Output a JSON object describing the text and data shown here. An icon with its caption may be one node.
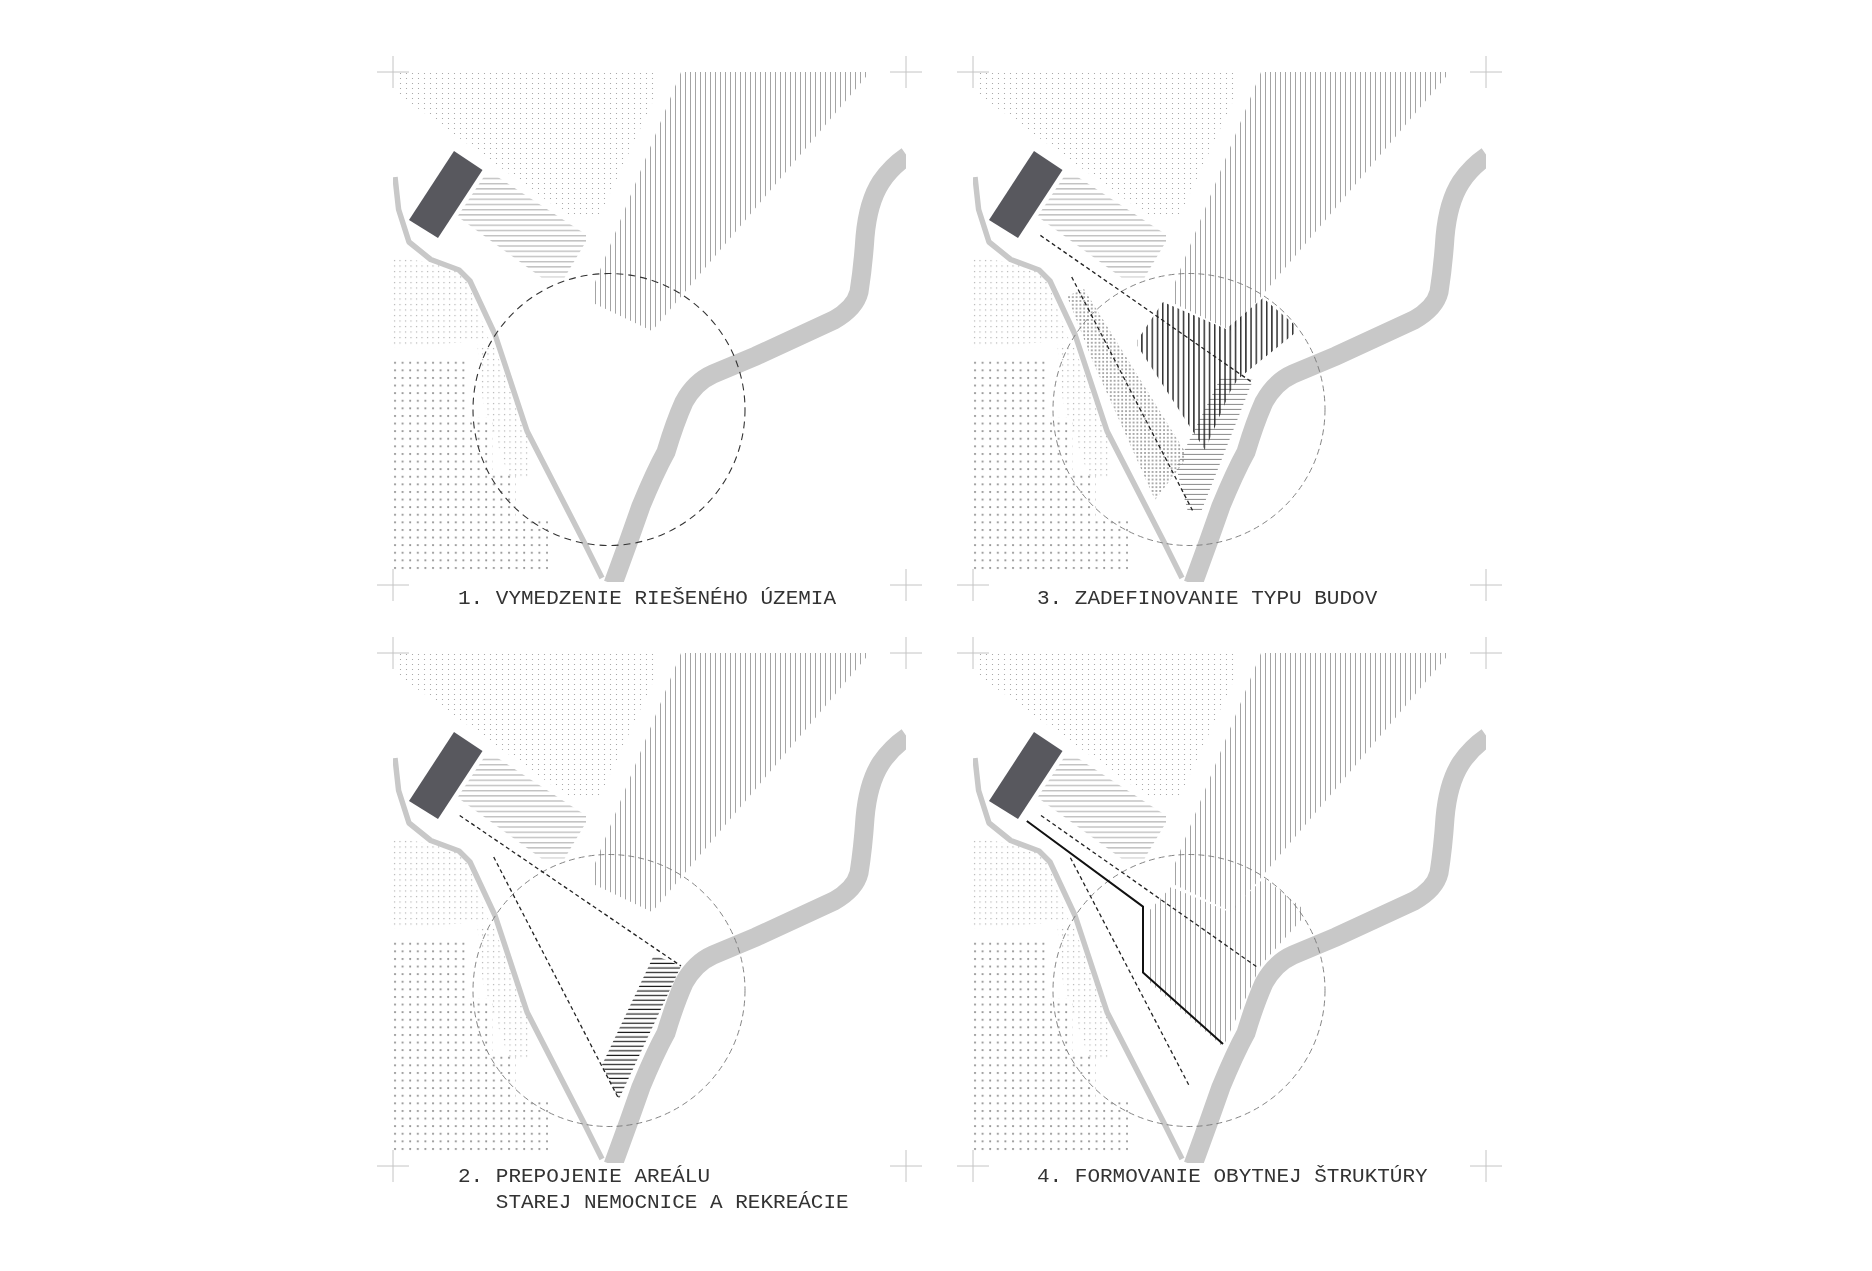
{
  "diagram": {
    "labels": [
      "1. VYMEDZENIE RIEŠENÉHO ÚZEMIA",
      "3. ZADEFINOVANIE TYPU BUDOV",
      "2. PREPOJENIE AREÁLU STAREJ NEMOCNICE A REKREÁCIE",
      "4. FORMOVANIE OBYTNEJ ŠTRUKTÚRY"
    ]
  }
}
